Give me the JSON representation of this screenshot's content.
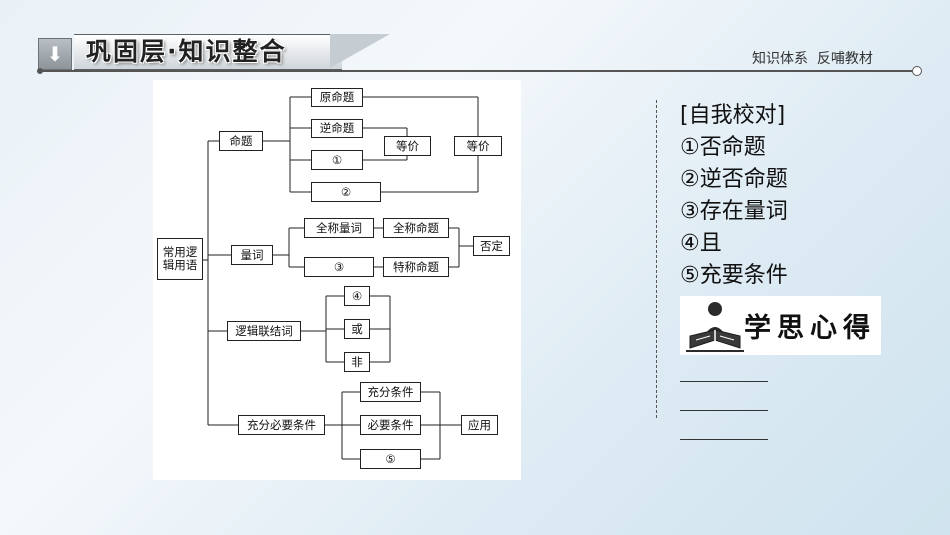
{
  "header": {
    "title": "巩固层·知识整合",
    "subtitle": "知识体系  反哺教材"
  },
  "diagram": {
    "root": "常用逻辑用语",
    "branches": {
      "proposition": "命题",
      "quantifier": "量词",
      "connective": "逻辑联结词",
      "condition": "充分必要条件"
    },
    "proposition_nodes": [
      "原命题",
      "逆命题",
      "①",
      "②"
    ],
    "equiv_small": "等价",
    "equiv_big": "等价",
    "quantifier_nodes": {
      "universal": "全称量词",
      "universal_prop": "全称命题",
      "blank": "③",
      "existential_prop": "特称命题",
      "negation": "否定"
    },
    "connective_nodes": [
      "④",
      "或",
      "非"
    ],
    "condition_nodes": [
      "充分条件",
      "必要条件",
      "⑤"
    ],
    "application": "应用"
  },
  "answers": {
    "heading": "[自我校对]",
    "items": [
      "①否命题",
      "②逆否命题",
      "③存在量词",
      "④且",
      "⑤充要条件"
    ]
  },
  "reflection": {
    "label": "学思心得"
  }
}
